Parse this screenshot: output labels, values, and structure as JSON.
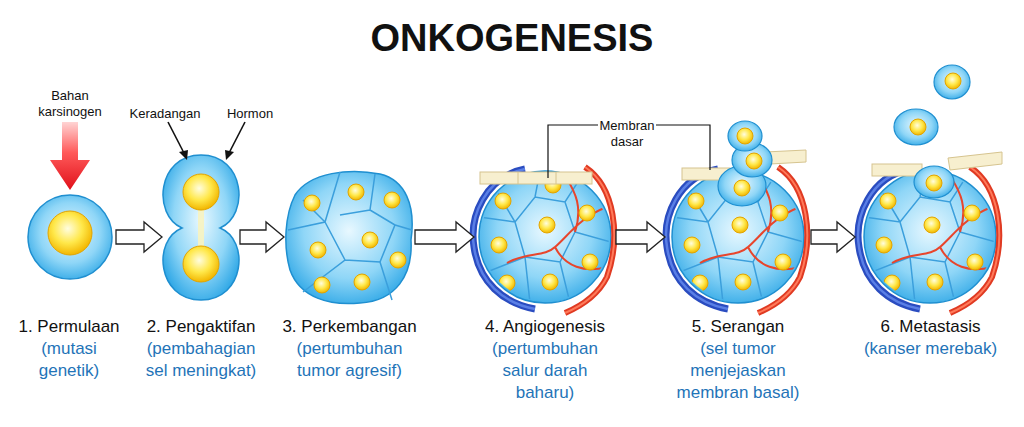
{
  "diagram": {
    "title": "ONKOGENESIS",
    "nodes": [
      {
        "text": [
          "1. Permulaan",
          "(mutasi genetik)"
        ]
      },
      {
        "text": [
          "2. Pengaktifan",
          "(pembahagian sel meningkat)"
        ]
      },
      {
        "text": [
          "3. Perkembangan",
          "(pertumbuhan tumor agresif)"
        ]
      },
      {
        "text": [
          "4. Angiogenesis",
          "(pertumbuhan salur darah baharu)"
        ]
      },
      {
        "text": [
          "5. Serangan",
          "(sel tumor menjejaskan membran basal)"
        ]
      },
      {
        "text": [
          "6. Metastasis",
          "(kanser merebak)"
        ]
      }
    ],
    "edges": [
      {
        "from": 0,
        "to": 1,
        "arrow": "to"
      },
      {
        "from": 1,
        "to": 2,
        "arrow": "to"
      },
      {
        "from": 2,
        "to": 3,
        "arrow": "to"
      },
      {
        "from": 3,
        "to": 4,
        "arrow": "to"
      },
      {
        "from": 4,
        "to": 5,
        "arrow": "to"
      }
    ],
    "labels": [
      "Bahan karsinogen",
      "Keradangan",
      "Hormon",
      "Membran dasar"
    ]
  }
}
